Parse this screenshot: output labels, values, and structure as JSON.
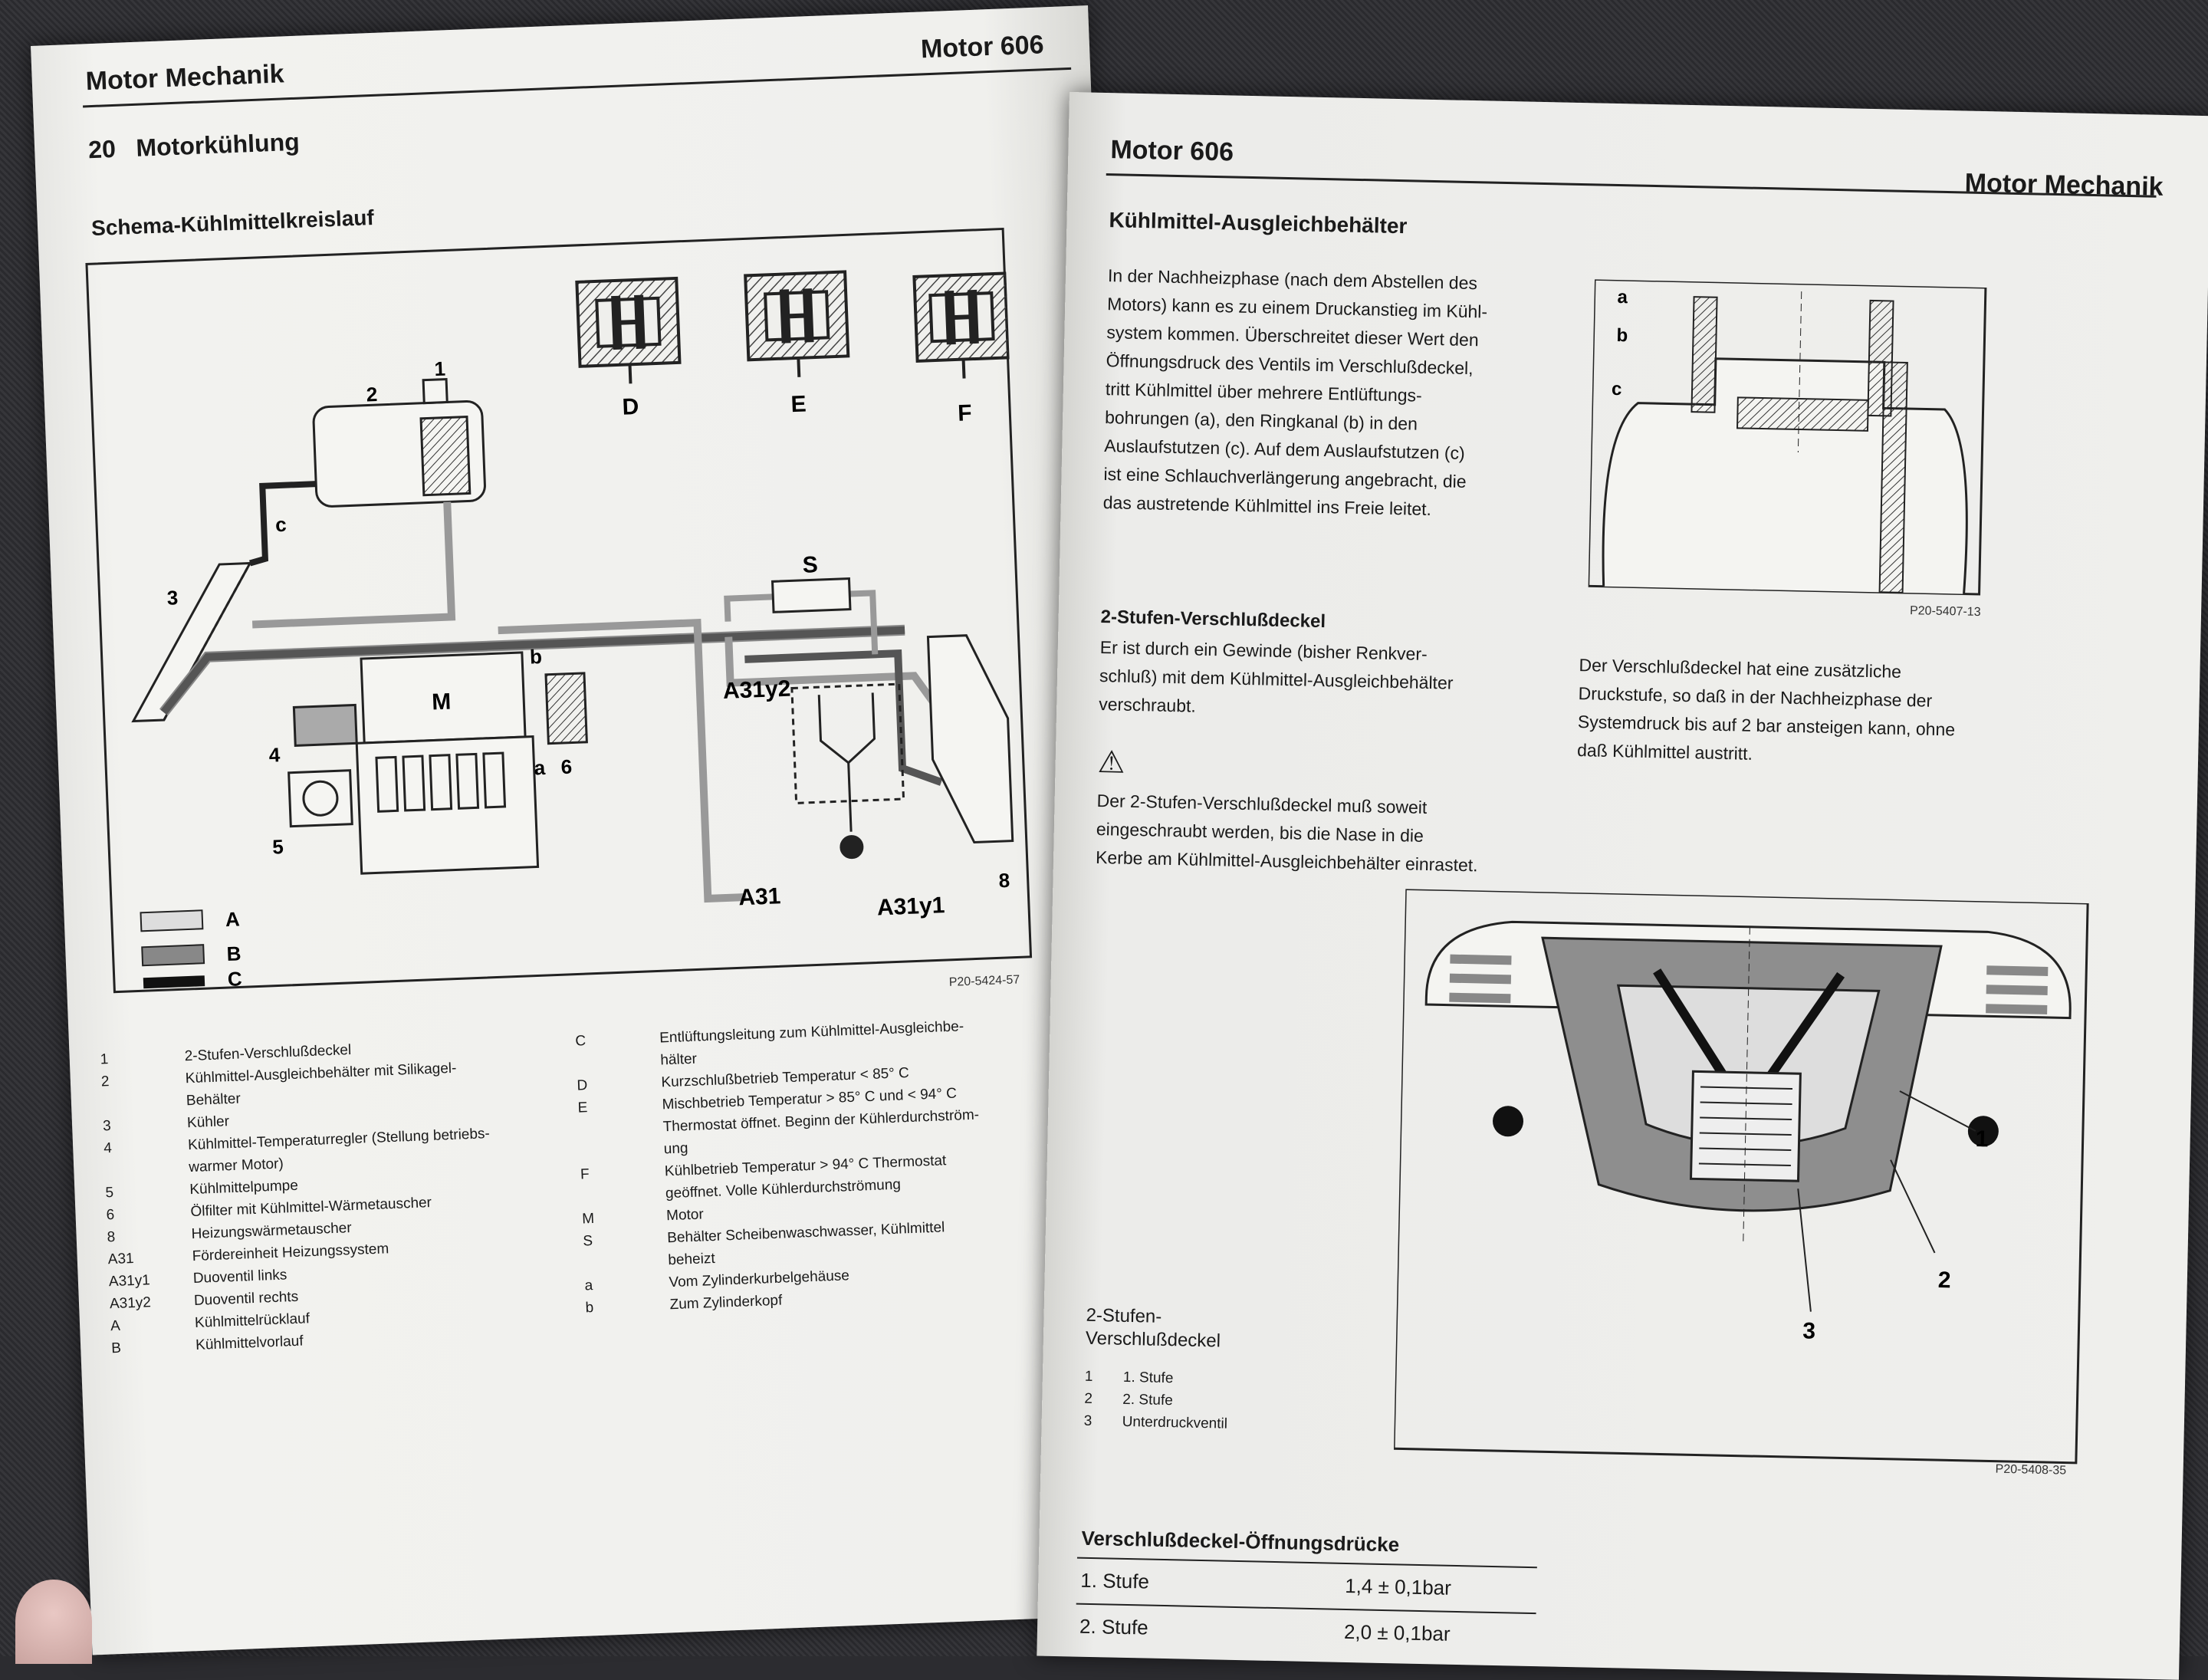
{
  "left_page": {
    "header_left": "Motor Mechanik",
    "header_right": "Motor 606",
    "section_number": "20",
    "section_title": "Motorkühlung",
    "figure_title": "Schema-Kühlmittelkreislauf",
    "figure_code": "P20-5424-57",
    "diagram_labels": {
      "n1": "1",
      "n2": "2",
      "n3": "3",
      "n4": "4",
      "n5": "5",
      "n6": "6",
      "n8": "8",
      "c": "c",
      "a": "a",
      "b": "b",
      "M": "M",
      "S": "S",
      "D": "D",
      "E": "E",
      "F": "F",
      "A31": "A31",
      "A31y1": "A31y1",
      "A31y2": "A31y2",
      "legend_A": "A",
      "legend_B": "B",
      "legend_C": "C"
    },
    "legend_left": [
      {
        "key": "1",
        "text": "2-Stufen-Verschlußdeckel"
      },
      {
        "key": "2",
        "text": "Kühlmittel-Ausgleichbehälter mit Silikagel-"
      },
      {
        "key": "",
        "text": "Behälter"
      },
      {
        "key": "3",
        "text": "Kühler"
      },
      {
        "key": "4",
        "text": "Kühlmittel-Temperaturregler (Stellung betriebs-"
      },
      {
        "key": "",
        "text": "warmer Motor)"
      },
      {
        "key": "5",
        "text": "Kühlmittelpumpe"
      },
      {
        "key": "6",
        "text": "Ölfilter mit Kühlmittel-Wärmetauscher"
      },
      {
        "key": "8",
        "text": "Heizungswärmetauscher"
      },
      {
        "key": "A31",
        "text": "Fördereinheit Heizungssystem"
      },
      {
        "key": "A31y1",
        "text": "Duoventil links"
      },
      {
        "key": "A31y2",
        "text": "Duoventil rechts"
      },
      {
        "key": "A",
        "text": "Kühlmittelrücklauf"
      },
      {
        "key": "B",
        "text": "Kühlmittelvorlauf"
      }
    ],
    "legend_right": [
      {
        "key": "C",
        "text": "Entlüftungsleitung zum Kühlmittel-Ausgleichbe-"
      },
      {
        "key": "",
        "text": "hälter"
      },
      {
        "key": "D",
        "text": "Kurzschlußbetrieb Temperatur < 85° C"
      },
      {
        "key": "E",
        "text": "Mischbetrieb Temperatur > 85° C und < 94° C"
      },
      {
        "key": "",
        "text": "Thermostat öffnet. Beginn der Kühlerdurchström-"
      },
      {
        "key": "",
        "text": "ung"
      },
      {
        "key": "F",
        "text": "Kühlbetrieb Temperatur > 94° C Thermostat"
      },
      {
        "key": "",
        "text": "geöffnet. Volle Kühlerdurchströmung"
      },
      {
        "key": "M",
        "text": "Motor"
      },
      {
        "key": "S",
        "text": "Behälter Scheibenwaschwasser, Kühlmittel"
      },
      {
        "key": "",
        "text": "beheizt"
      },
      {
        "key": "a",
        "text": "Vom Zylinderkurbelgehäuse"
      },
      {
        "key": "b",
        "text": "Zum Zylinderkopf"
      }
    ]
  },
  "right_page": {
    "header_left": "Motor 606",
    "header_right": "Motor Mechanik",
    "section_title": "Kühlmittel-Ausgleichbehälter",
    "paragraph1": [
      "In der Nachheizphase (nach dem Abstellen des",
      "Motors) kann es zu einem Druckanstieg im Kühl-",
      "system kommen. Überschreitet dieser Wert den",
      "Öffnungsdruck des Ventils im Verschlußdeckel,",
      "tritt Kühlmittel über mehrere Entlüftungs-",
      "bohrungen (a), den Ringkanal (b) in den",
      "Auslaufstutzen (c). Auf dem Auslaufstutzen (c)",
      "ist eine Schlauchverlängerung angebracht, die",
      "das austretende Kühlmittel ins Freie leitet."
    ],
    "figure1_code": "P20-5407-13",
    "figure1_labels": {
      "a": "a",
      "b": "b",
      "c": "c"
    },
    "subsection_title": "2-Stufen-Verschlußdeckel",
    "paragraph2": [
      "Er ist durch ein Gewinde (bisher Renkver-",
      "schluß) mit dem Kühlmittel-Ausgleichbehälter",
      "verschraubt."
    ],
    "warning": [
      "Der 2-Stufen-Verschlußdeckel muß soweit",
      "eingeschraubt werden, bis die Nase in die",
      "Kerbe am Kühlmittel-Ausgleichbehälter einrastet."
    ],
    "paragraph3": [
      "Der Verschlußdeckel hat eine zusätzliche",
      "Druckstufe, so daß in der Nachheizphase der",
      "Systemdruck bis auf 2 bar ansteigen kann, ohne",
      "daß Kühlmittel austritt."
    ],
    "figure2_caption": [
      "2-Stufen-",
      "Verschlußdeckel"
    ],
    "figure2_legend": [
      {
        "key": "1",
        "text": "1. Stufe"
      },
      {
        "key": "2",
        "text": "2. Stufe"
      },
      {
        "key": "3",
        "text": "Unterdruckventil"
      }
    ],
    "figure2_labels": {
      "n1": "1",
      "n2": "2",
      "n3": "3"
    },
    "figure2_code": "P20-5408-35",
    "table_title": "Verschlußdeckel-Öffnungsdrücke",
    "table_rows": [
      {
        "label": "1. Stufe",
        "value": "1,4 ± 0,1bar"
      },
      {
        "label": "2. Stufe",
        "value": "2,0 ± 0,1bar"
      }
    ]
  }
}
